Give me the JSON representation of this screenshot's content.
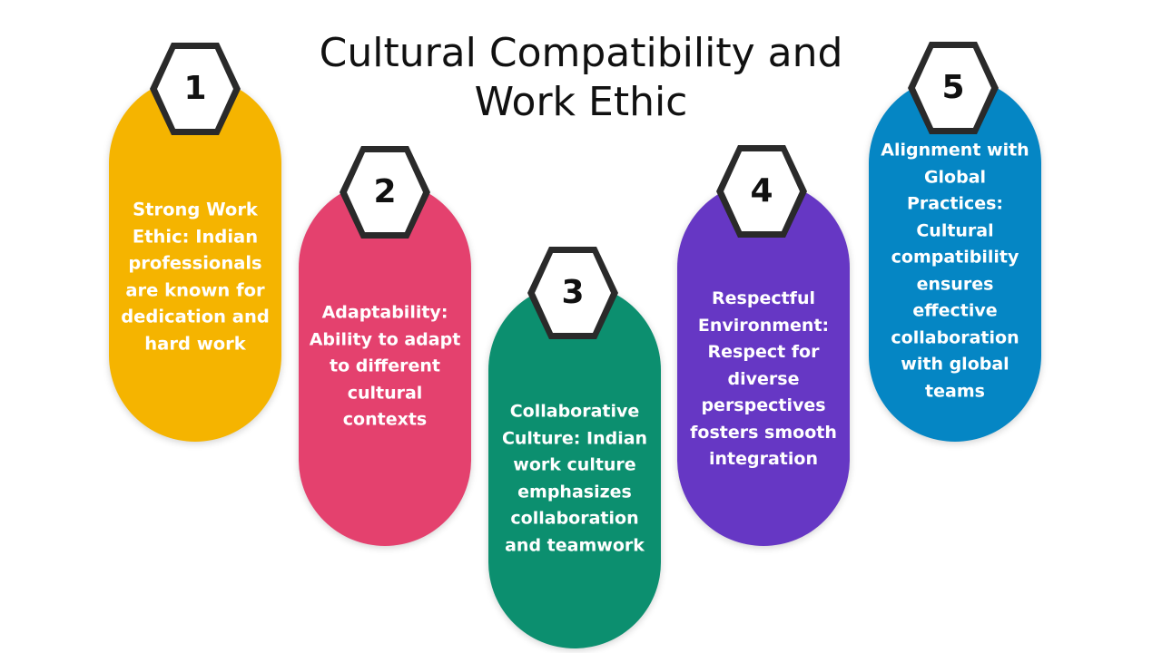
{
  "title": "Cultural Compatibility and Work Ethic",
  "steps": [
    {
      "number": "1",
      "text": "Strong Work Ethic: Indian professionals are known for dedication and hard work",
      "color": "#F5B400"
    },
    {
      "number": "2",
      "text": "Adaptability: Ability to adapt to different cultural contexts",
      "color": "#E4416E"
    },
    {
      "number": "3",
      "text": "Collaborative Culture: Indian work culture emphasizes collaboration and teamwork",
      "color": "#0C8F6F"
    },
    {
      "number": "4",
      "text": "Respectful Environment: Respect for diverse perspectives fosters smooth integration",
      "color": "#6637C4"
    },
    {
      "number": "5",
      "text": "Alignment with Global Practices: Cultural compatibility ensures effective collaboration with global teams",
      "color": "#0586C4"
    }
  ]
}
